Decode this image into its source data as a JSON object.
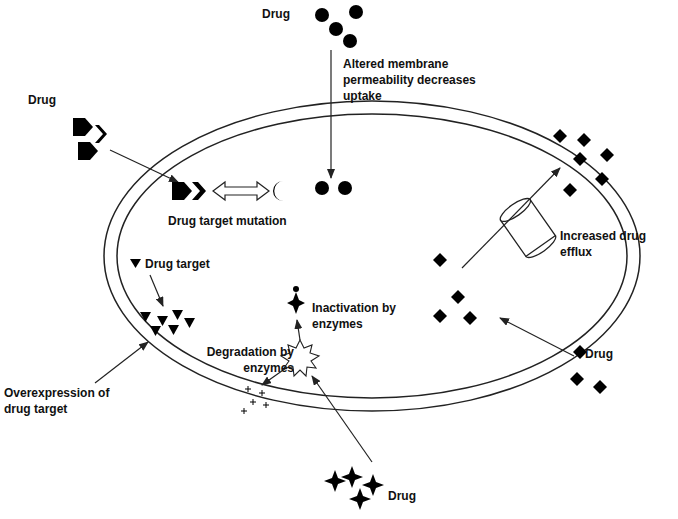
{
  "diagram": {
    "labels": [
      "Drug",
      "Altered membrane permeability decreases uptake",
      "Drug",
      "Drug target mutation",
      "Increased drug efflux",
      "Drug target",
      "Inactivation by enzymes",
      "Degradation by enzymes",
      "Overexpression of drug target",
      "Drug",
      "Drug"
    ]
  }
}
